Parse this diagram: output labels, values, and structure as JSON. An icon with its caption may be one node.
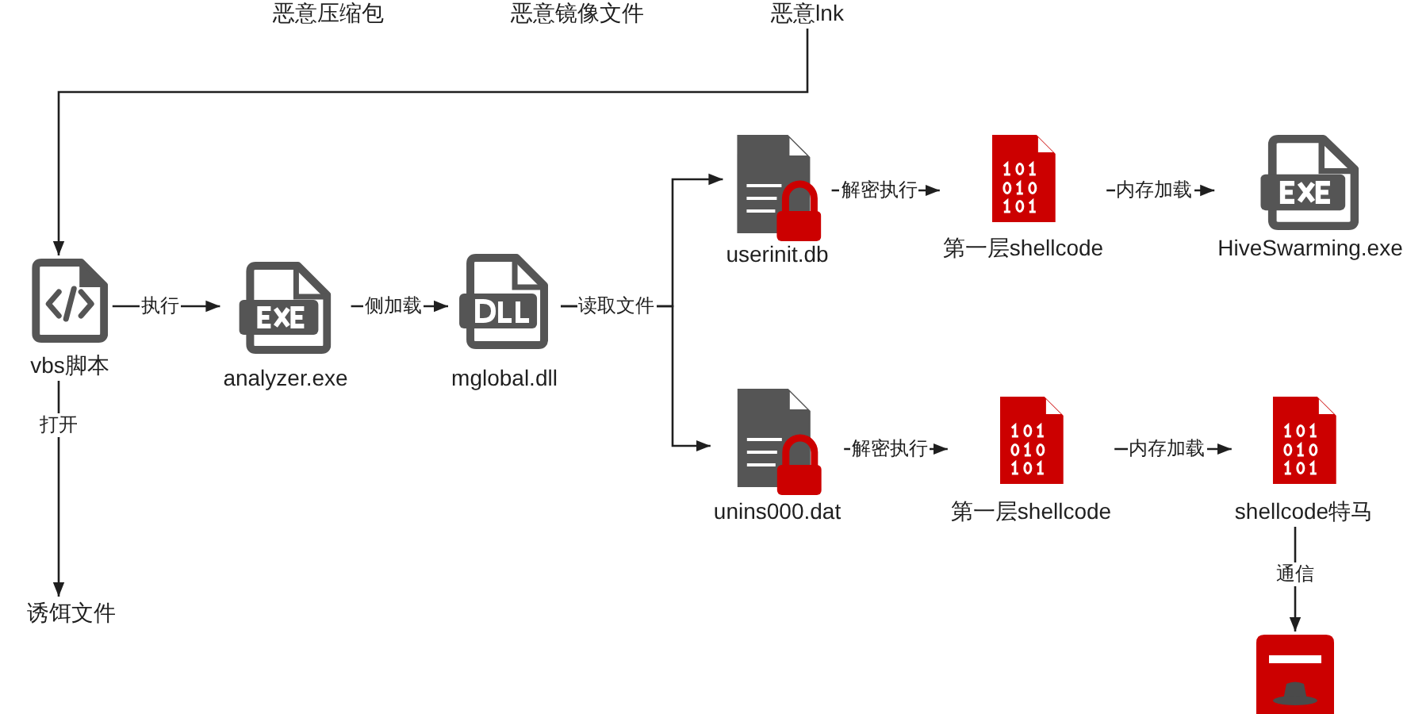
{
  "diagram": {
    "nodes": [
      {
        "text": [
          "恶意压缩包"
        ]
      },
      {
        "text": [
          "恶意镜像文件"
        ]
      },
      {
        "text": [
          "恶意lnk"
        ]
      },
      {
        "text": [
          "vbs脚本"
        ]
      },
      {
        "text": [
          "analyzer.exe"
        ]
      },
      {
        "text": [
          "mglobal.dll"
        ]
      },
      {
        "text": [
          "userinit.db"
        ]
      },
      {
        "text": [
          "第一层shellcode"
        ]
      },
      {
        "text": [
          "HiveSwarming.exe"
        ]
      },
      {
        "text": [
          "unins000.dat"
        ]
      },
      {
        "text": [
          "第一层shellcode"
        ]
      },
      {
        "text": [
          "shellcode特马"
        ]
      },
      {
        "text": [
          "诱饵文件"
        ]
      },
      {
        "text": [],
        "shape": "picture"
      }
    ],
    "edges": [
      {
        "from": 2,
        "to": 3,
        "arrow": "to"
      },
      {
        "from": 3,
        "to": 4,
        "arrow": "to",
        "label": "执行"
      },
      {
        "from": 4,
        "to": 5,
        "arrow": "to",
        "label": "侧加载"
      },
      {
        "from": 5,
        "to": 6,
        "arrow": "to",
        "label": "读取文件"
      },
      {
        "from": 5,
        "to": 9,
        "arrow": "to"
      },
      {
        "from": 3,
        "to": 12,
        "arrow": "to",
        "label": "打开"
      },
      {
        "from": 6,
        "to": 7,
        "arrow": "to",
        "label": "解密执行"
      },
      {
        "from": 7,
        "to": 8,
        "arrow": "to",
        "label": "内存加载"
      },
      {
        "from": 9,
        "to": 10,
        "arrow": "to",
        "label": "解密执行"
      },
      {
        "from": 10,
        "to": 11,
        "arrow": "to",
        "label": "内存加载"
      },
      {
        "from": 11,
        "to": 13,
        "arrow": "to",
        "label": "通信"
      }
    ]
  }
}
